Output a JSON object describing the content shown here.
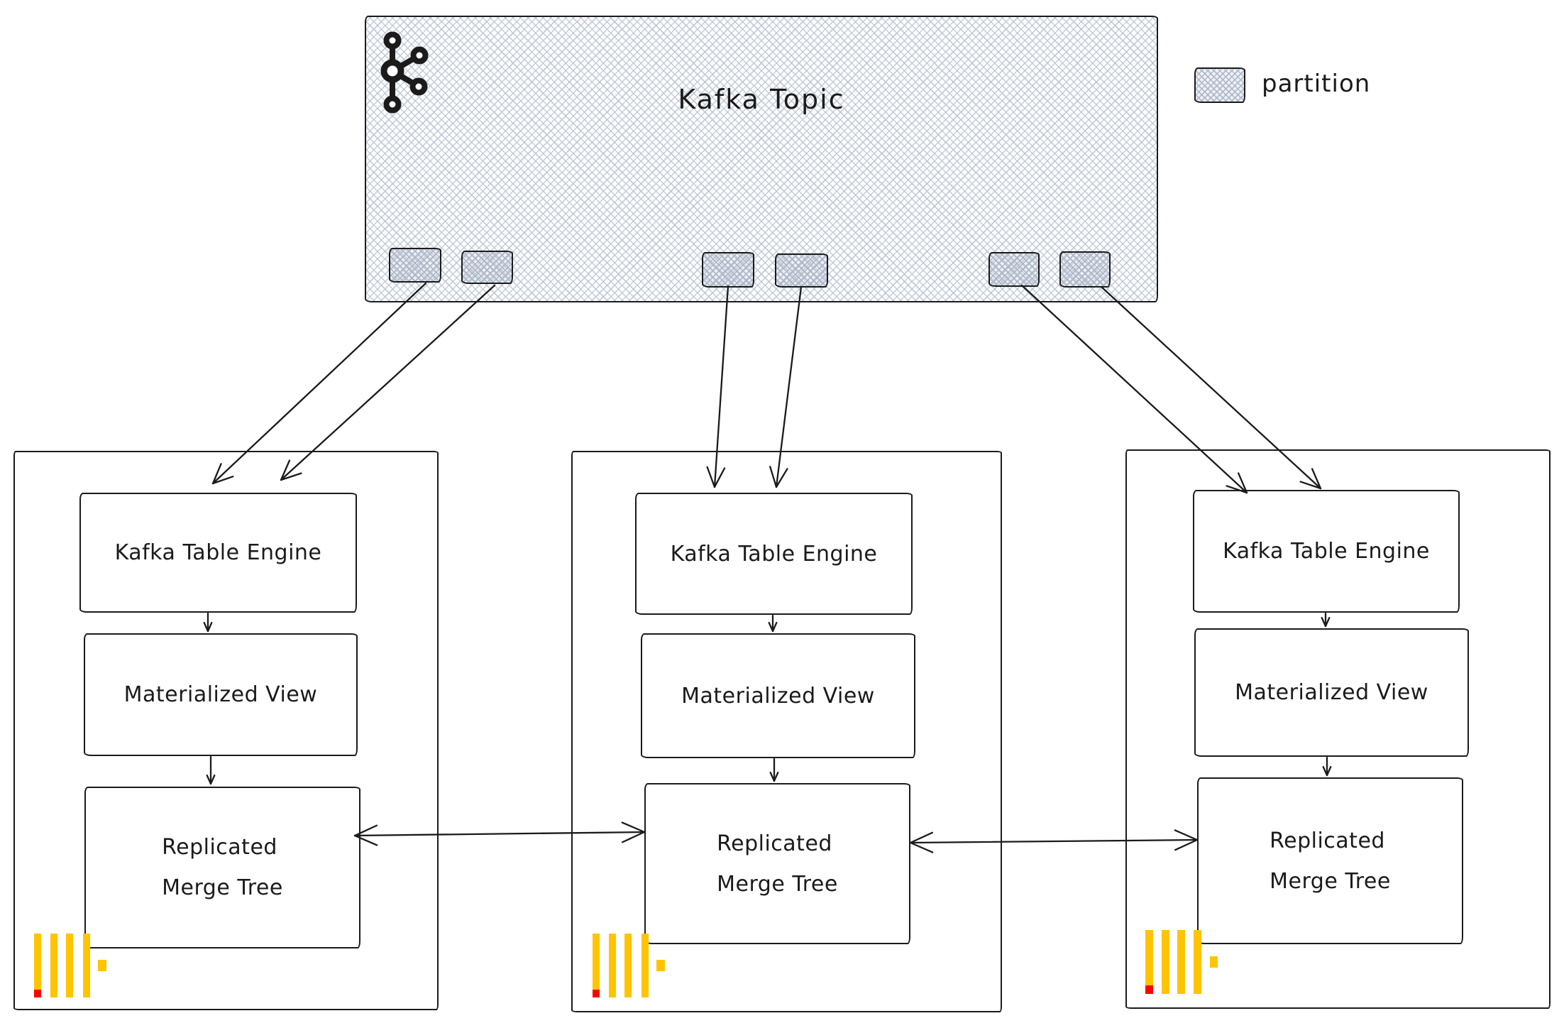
{
  "topic": {
    "title": "Kafka Topic",
    "partitions_visible": 6
  },
  "legend": {
    "label": "partition"
  },
  "replicas": [
    {
      "id": "replica-1",
      "kafka_table_engine": "Kafka Table Engine",
      "materialized_view": "Materialized View",
      "replicated_merge_tree": [
        "Replicated",
        "Merge Tree"
      ]
    },
    {
      "id": "replica-2",
      "kafka_table_engine": "Kafka Table Engine",
      "materialized_view": "Materialized View",
      "replicated_merge_tree": [
        "Replicated",
        "Merge Tree"
      ]
    },
    {
      "id": "replica-3",
      "kafka_table_engine": "Kafka Table Engine",
      "materialized_view": "Materialized View",
      "replicated_merge_tree": [
        "Replicated",
        "Merge Tree"
      ]
    }
  ],
  "icons": {
    "topic_logo": "kafka-logo-icon",
    "replica_logo": "clickhouse-logo-icon",
    "partition_swatch": "partition-swatch"
  },
  "colors": {
    "clickhouse_yellow": "#FFC400",
    "clickhouse_red": "#FF0000",
    "stroke": "#1B1B1B",
    "crosshatch": "#C3CBD7",
    "background": "#FFFFFF"
  }
}
